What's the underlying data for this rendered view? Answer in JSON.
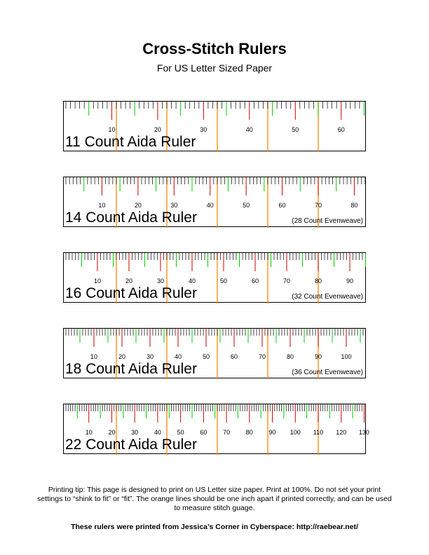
{
  "header": {
    "title": "Cross-Stitch Rulers",
    "subtitle": "For US Letter Sized Paper"
  },
  "rulers": [
    {
      "count": 11,
      "label": "11 Count Aida Ruler",
      "sub": "",
      "number_labels": [
        "10",
        "20",
        "30",
        "40",
        "50",
        "60"
      ],
      "tick_colors": {
        "minor": "#000000",
        "five": "#00cc00",
        "ten": "#cc0000",
        "inch": "#ff8800"
      }
    },
    {
      "count": 14,
      "label": "14 Count Aida Ruler",
      "sub": "(28 Count Evenweave)",
      "number_labels": [
        "10",
        "20",
        "30",
        "40",
        "50",
        "60",
        "70",
        "80"
      ],
      "tick_colors": {
        "minor": "#000000",
        "five": "#00cc00",
        "ten": "#cc0000",
        "inch": "#ff8800"
      }
    },
    {
      "count": 16,
      "label": "16 Count Aida Ruler",
      "sub": "(32 Count Evenweave)",
      "number_labels": [
        "10",
        "20",
        "30",
        "40",
        "50",
        "60",
        "70",
        "80",
        "90"
      ],
      "tick_colors": {
        "minor": "#000000",
        "five": "#00cc00",
        "ten": "#cc0000",
        "inch": "#ff8800"
      }
    },
    {
      "count": 18,
      "label": "18 Count Aida Ruler",
      "sub": "(36 Count Evenweave)",
      "number_labels": [
        "10",
        "20",
        "30",
        "40",
        "50",
        "60",
        "70",
        "80",
        "90",
        "100"
      ],
      "tick_colors": {
        "minor": "#000000",
        "five": "#00cc00",
        "ten": "#cc0000",
        "inch": "#ff8800"
      }
    },
    {
      "count": 22,
      "label": "22 Count Aida Ruler",
      "sub": "",
      "number_labels": [
        "10",
        "20",
        "30",
        "40",
        "50",
        "60",
        "70",
        "80",
        "90",
        "100",
        "110",
        "120",
        "130"
      ],
      "tick_colors": {
        "minor": "#000000",
        "five": "#00cc00",
        "ten": "#cc0000",
        "inch": "#ff8800"
      }
    }
  ],
  "footer": {
    "tip": "Printing tip: This page is designed to print on US Letter size paper. Print at 100%. Do not set your print settings to “shink to fit” or “fit”. The orange lines should be one inch apart if printed correctly, and can be used to measure stitch guage.",
    "credit": "These rulers were printed from Jessica’s Corner in Cyberspace: http://raebear.net/"
  }
}
